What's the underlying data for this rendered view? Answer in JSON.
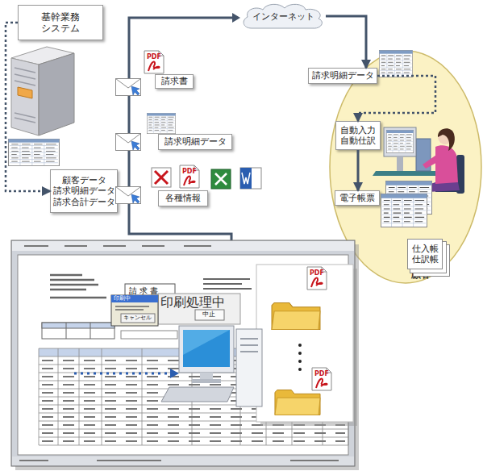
{
  "diagram": {
    "nodes": [
      {
        "text": [
          "基幹業務 システム"
        ]
      },
      {
        "text": [
          "顧客データ 請求明細データ 請求合計データ"
        ]
      },
      {
        "text": [
          "インターネット"
        ]
      },
      {
        "text": [
          "請求書"
        ]
      },
      {
        "text": [
          "請求明細データ"
        ]
      },
      {
        "text": [
          "各種情報"
        ]
      },
      {
        "text": [
          "顧客"
        ]
      },
      {
        "text": [
          "請求明細データ"
        ],
        "in": 6
      },
      {
        "text": [
          "自動入力 自動仕訳"
        ],
        "in": 6
      },
      {
        "text": [
          "電子帳票"
        ],
        "in": 6
      },
      {
        "text": [
          "仕入帳 仕訳帳"
        ],
        "in": 6
      }
    ],
    "edges": [
      {
        "from": 0,
        "to": 1,
        "arrow": "to"
      },
      {
        "from": 2,
        "to": 7,
        "arrow": "to"
      },
      {
        "from": 7,
        "to": 8,
        "arrow": "to"
      },
      {
        "from": 8,
        "to": 9,
        "arrow": "to"
      }
    ],
    "labels": [
      "PDF",
      "PDF",
      "請 求 書",
      "印刷中",
      "印刷処理中",
      "中止",
      "キャンセル",
      "PDF",
      "PDF"
    ]
  }
}
